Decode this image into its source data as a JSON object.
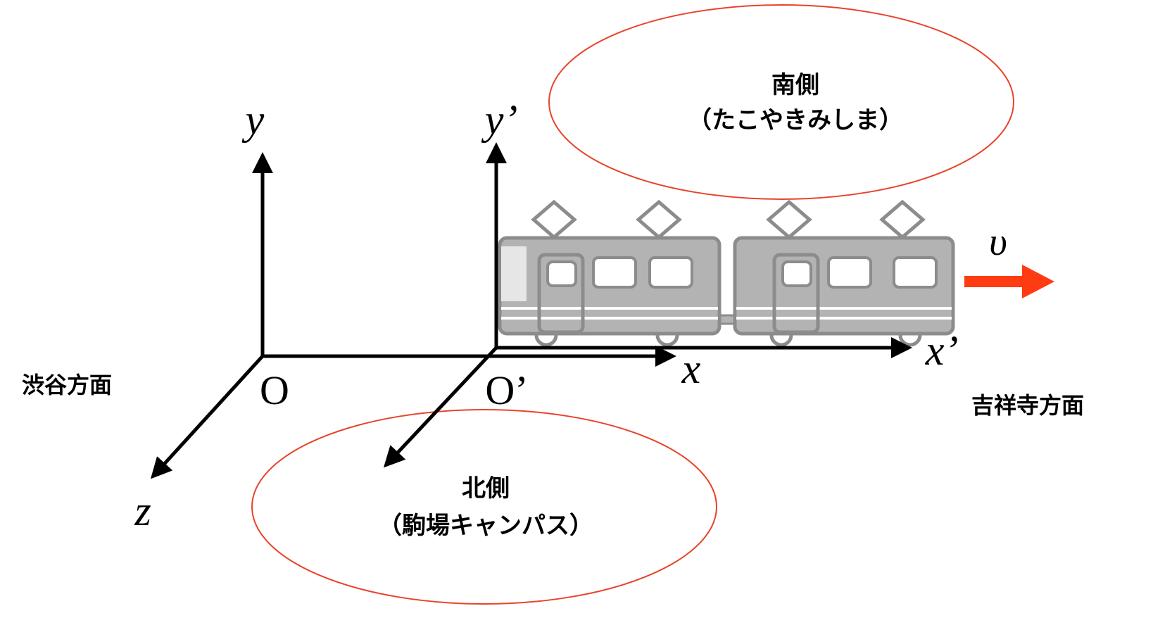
{
  "axes": {
    "frame_o": {
      "origin": "O",
      "x": "x",
      "y": "y",
      "z": "z"
    },
    "frame_o_prime": {
      "origin": "O’",
      "x": "x’",
      "y": "y’"
    }
  },
  "velocity": {
    "label": "υ",
    "color": "#ff3b12"
  },
  "regions": {
    "south": {
      "title": "南側",
      "subtitle": "（たこやきみしま）"
    },
    "north": {
      "title": "北側",
      "subtitle": "（駒場キャンパス）"
    }
  },
  "directions": {
    "left": "渋谷方面",
    "right": "吉祥寺方面"
  },
  "colors": {
    "ellipse_stroke": "#e8432a",
    "axis": "#000000",
    "train_body": "#b3b3b3",
    "train_outline": "#8c8c8c"
  },
  "icons": {
    "train": "train-icon"
  }
}
